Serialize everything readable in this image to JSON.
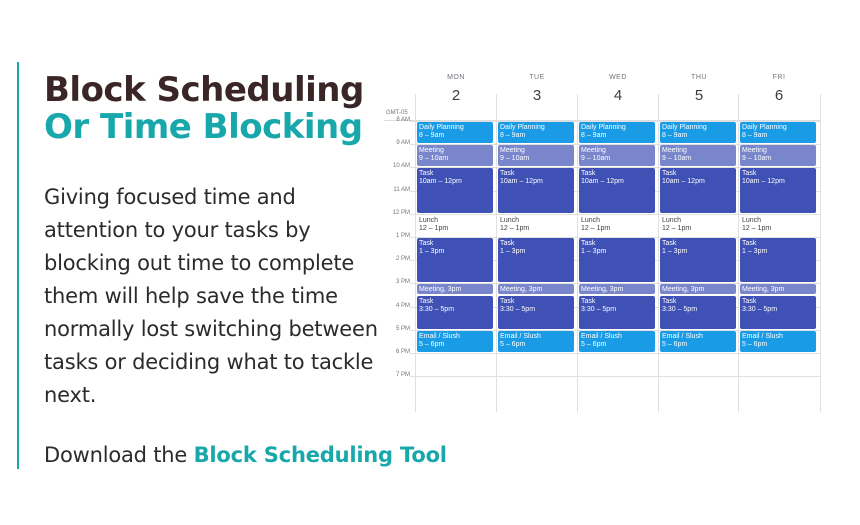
{
  "title": {
    "line1": "Block Scheduling",
    "line2": "Or Time Blocking"
  },
  "description": "Giving focused time and attention to your tasks by blocking out time to complete them will help save the time normally lost switching between tasks or deciding what to tackle next.",
  "download": {
    "prefix": "Download the ",
    "link": "Block Scheduling Tool"
  },
  "calendar": {
    "timezone": "GMT-05",
    "days": [
      {
        "name": "MON",
        "num": "2"
      },
      {
        "name": "TUE",
        "num": "3"
      },
      {
        "name": "WED",
        "num": "4"
      },
      {
        "name": "THU",
        "num": "5"
      },
      {
        "name": "FRI",
        "num": "6"
      }
    ],
    "hours": [
      "8 AM",
      "9 AM",
      "10 AM",
      "11 AM",
      "12 PM",
      "1 PM",
      "2 PM",
      "3 PM",
      "4 PM",
      "5 PM",
      "6 PM",
      "7 PM"
    ],
    "events": [
      {
        "title": "Daily Planning",
        "time": "8 – 9am"
      },
      {
        "title": "Meeting",
        "time": "9 – 10am"
      },
      {
        "title": "Task",
        "time": "10am – 12pm"
      },
      {
        "title": "Lunch",
        "time": "12 – 1pm"
      },
      {
        "title": "Task",
        "time": "1 – 3pm"
      },
      {
        "title": "Meeting, 3pm",
        "time": ""
      },
      {
        "title": "Task",
        "time": "3:30 – 5pm"
      },
      {
        "title": "Email / Slush",
        "time": "5 – 6pm"
      }
    ],
    "colors": {
      "planning": "#1a9be6",
      "meeting": "#7986cb",
      "task": "#3f51b5",
      "accent": "#18a8ab"
    }
  }
}
